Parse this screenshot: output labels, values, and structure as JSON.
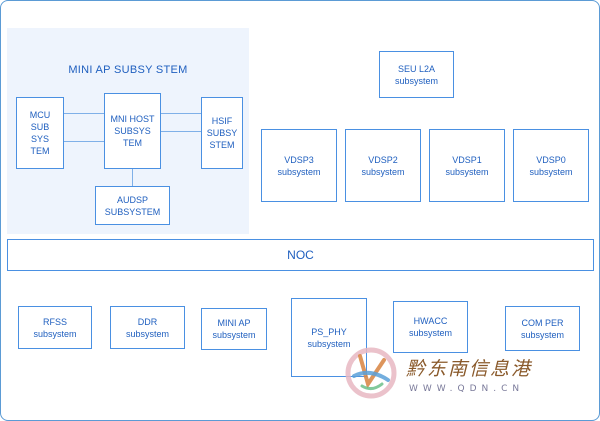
{
  "mini_ap": {
    "title": "MINI AP SUBSY STEM",
    "mcu": "MCU\nSUB\nSYS\nTEM",
    "host": "MNI HOST\nSUBSYS\nTEM",
    "hsif": "HSIF\nSUBSY\nSTEM",
    "audsp": "AUDSP\nSUBSYSTEM"
  },
  "seu": "SEU L2A\nsubsystem",
  "vdsp": [
    "VDSP3\nsubsystem",
    "VDSP2\nsubsystem",
    "VDSP1\nsubsystem",
    "VDSP0\nsubsystem"
  ],
  "noc": "NOC",
  "bottom": [
    "RFSS\nsubsystem",
    "DDR\nsubsystem",
    "MINI AP\nsubsystem",
    "PS_PHY\nsubsystem",
    "HWACC\nsubsystem",
    "COM PER\nsubsystem"
  ],
  "watermark": {
    "chinese": "黔东南信息港",
    "url": "WWW.QDN.CN"
  },
  "colors": {
    "border": "#4a90e2",
    "text": "#1f5fbf",
    "panel": "#eef4fd"
  }
}
